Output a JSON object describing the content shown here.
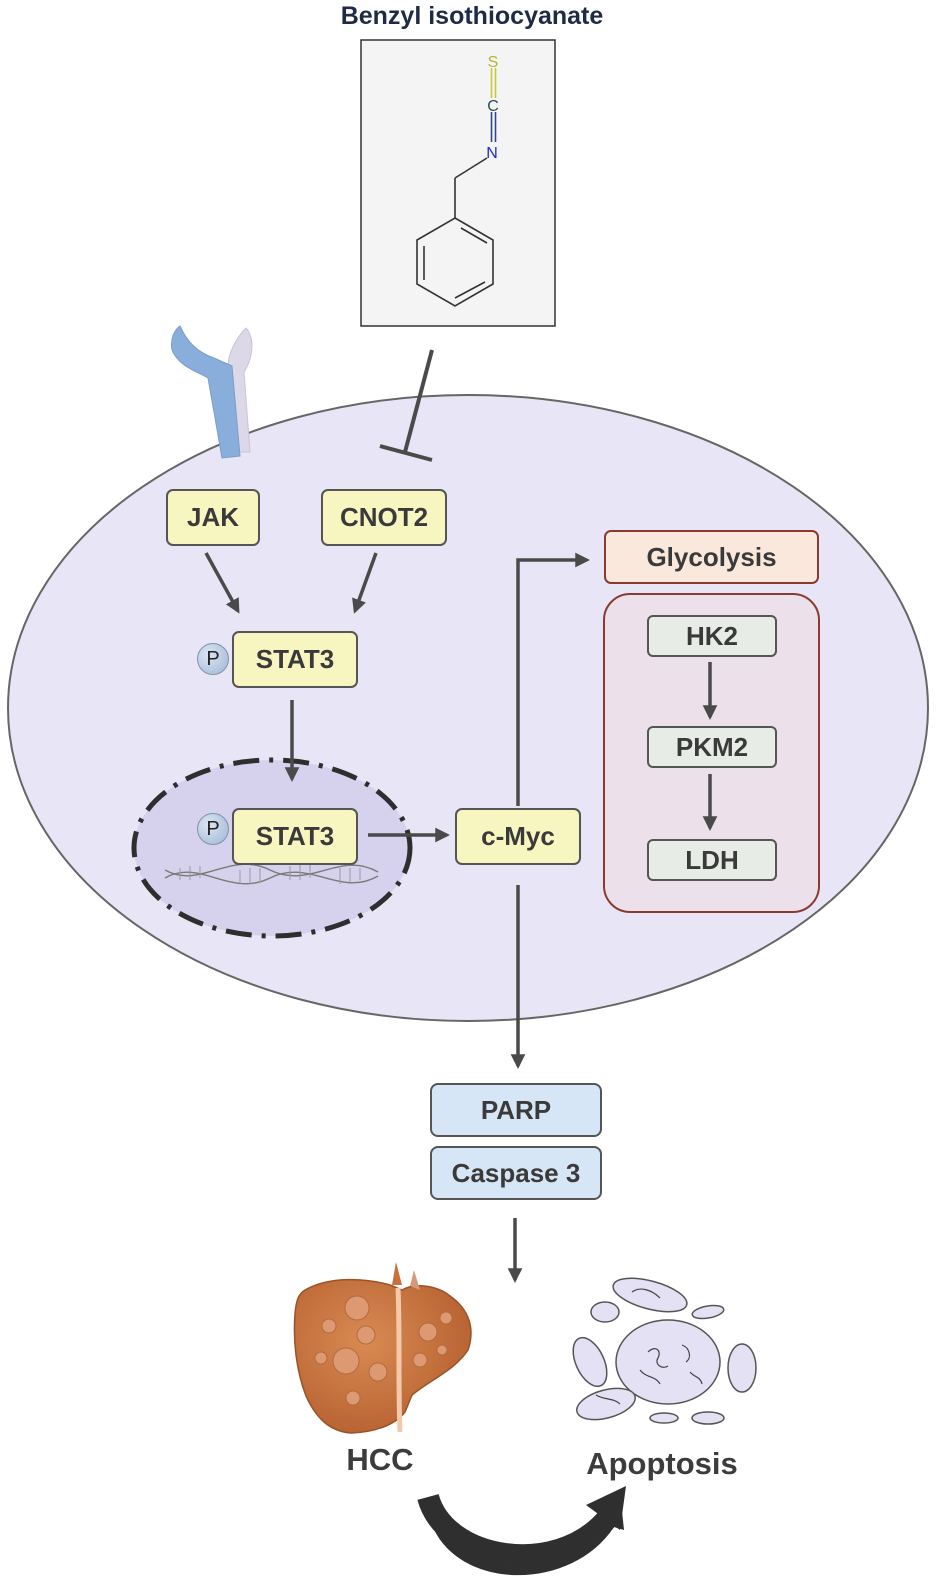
{
  "title": "Benzyl isothiocyanate",
  "molecule_atoms": {
    "s": "S",
    "c": "C",
    "n": "N"
  },
  "nodes": {
    "jak": "JAK",
    "cnot2": "CNOT2",
    "stat3_cyto": "STAT3",
    "stat3_nuc": "STAT3",
    "phospho": "P",
    "cmyc": "c-Myc",
    "glycolysis": "Glycolysis",
    "hk2": "HK2",
    "pkm2": "PKM2",
    "ldh": "LDH",
    "parp": "PARP",
    "caspase3": "Caspase 3"
  },
  "outcomes": {
    "hcc": "HCC",
    "apoptosis": "Apoptosis"
  },
  "colors": {
    "cell_fill": "#e8e6f6",
    "nucleus_fill": "#d6d2ee",
    "yellow_box": "#f7f5c0",
    "glycolysis_box": "#fbe8dc",
    "enzyme_panel": "#ece0ea",
    "blue_box": "#d7e6f6",
    "liver": "#c96f3c",
    "arrow": "#4a4a4a"
  }
}
